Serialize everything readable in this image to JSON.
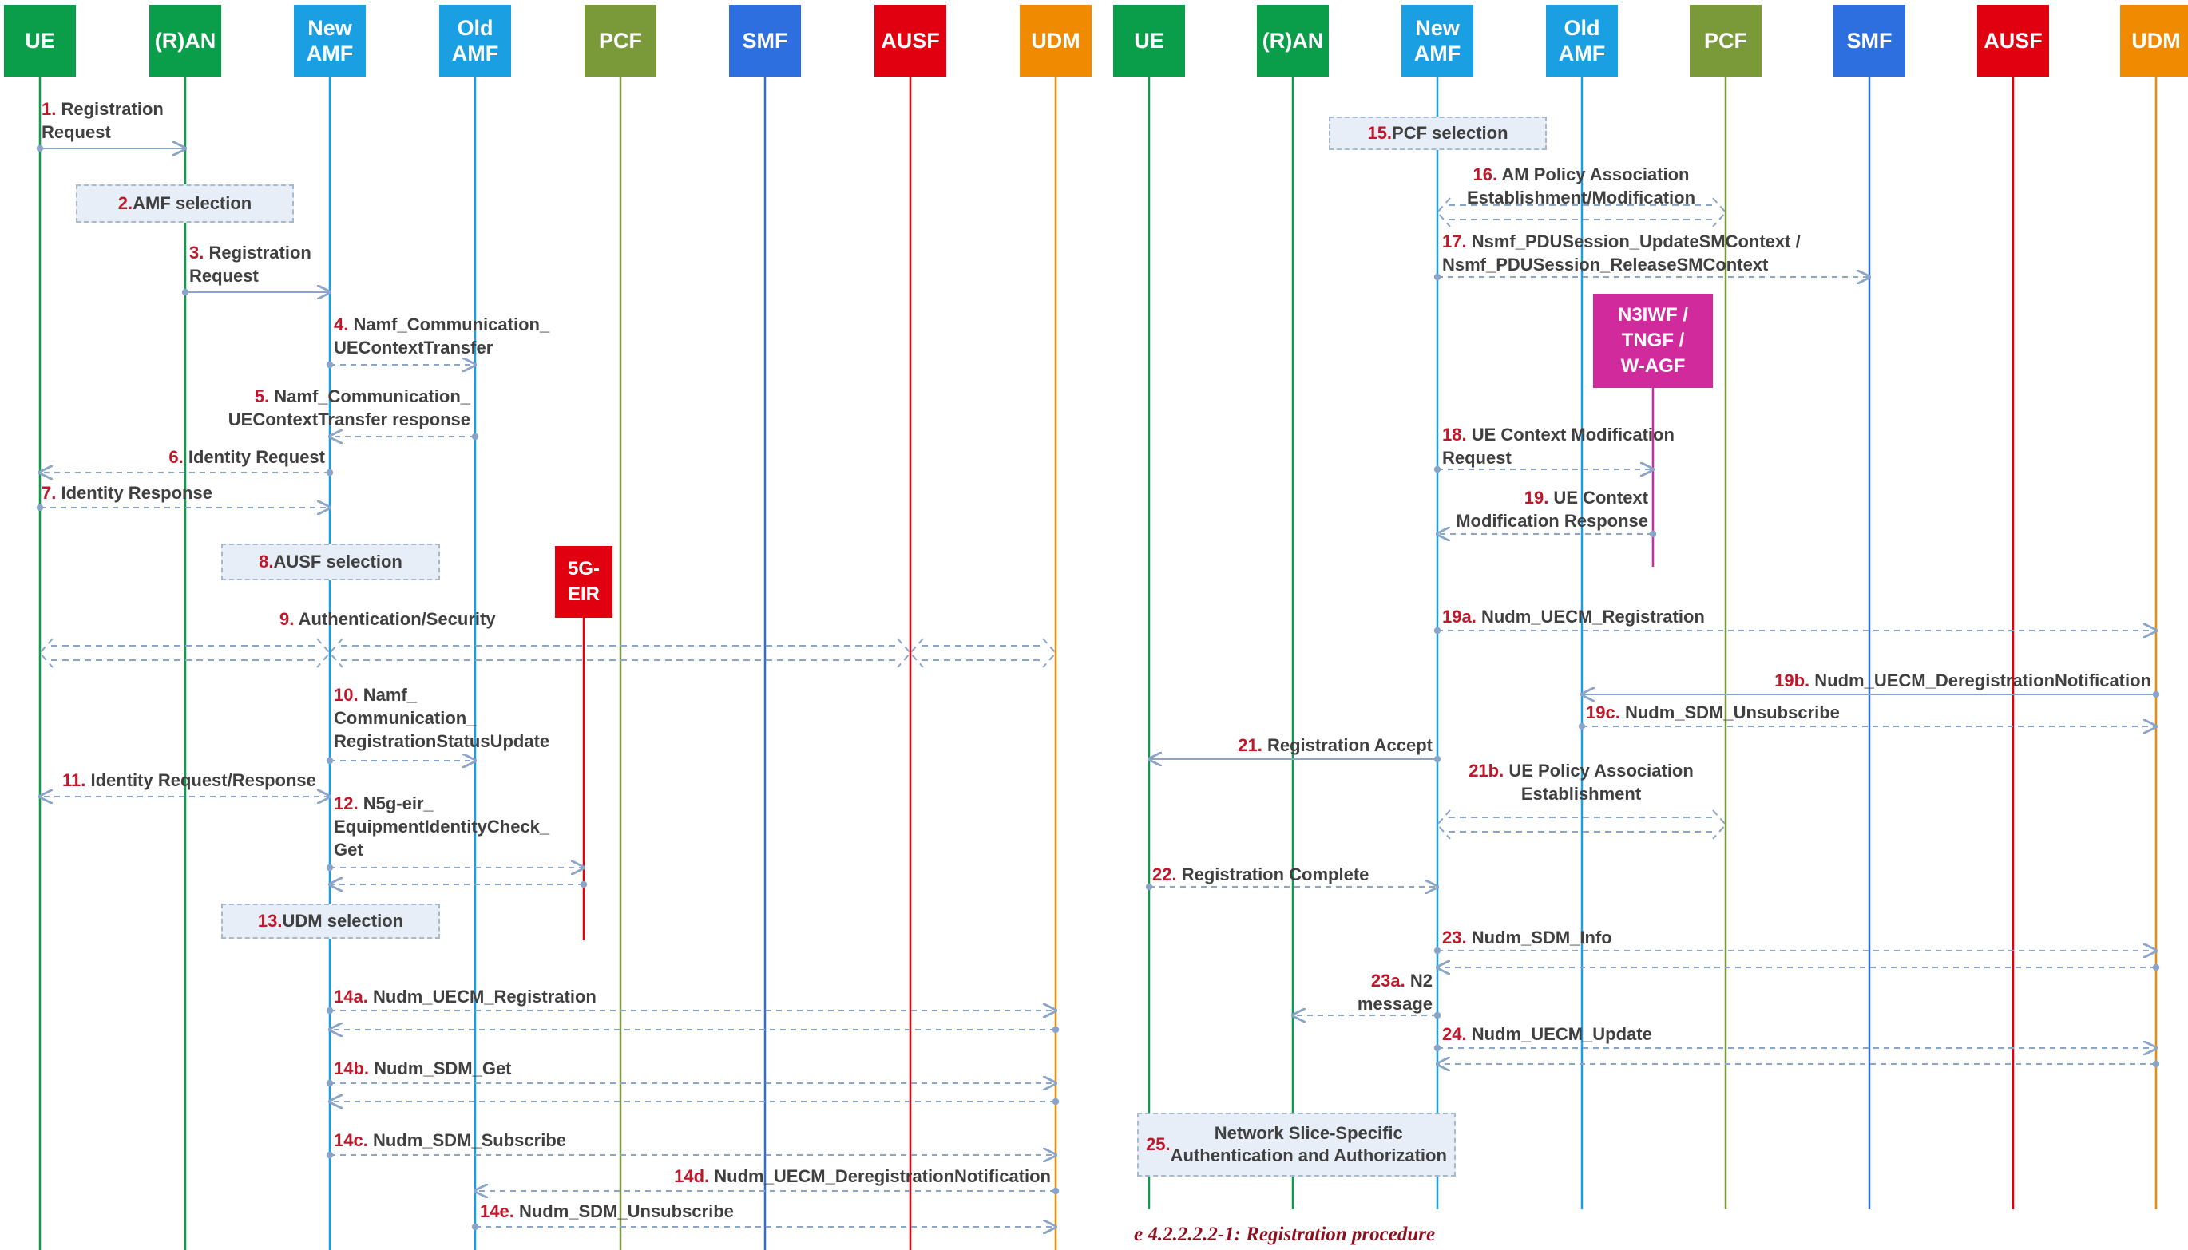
{
  "colors": {
    "ue": "#0a9e4a",
    "ran": "#0a9e4a",
    "amf": "#1aa0e2",
    "pcf": "#7a9a3a",
    "smf": "#2e6fe0",
    "ausf": "#e00010",
    "udm": "#f08a00",
    "eir": "#e00010",
    "n3iwf": "#d12a9c",
    "arrow": "#8aa5c8",
    "step_number": "#c0182a"
  },
  "left_panel": {
    "entities": [
      {
        "key": "ue",
        "label": "UE"
      },
      {
        "key": "ran",
        "label": "(R)AN"
      },
      {
        "key": "new_amf",
        "label": "New\nAMF"
      },
      {
        "key": "old_amf",
        "label": "Old\nAMF"
      },
      {
        "key": "pcf",
        "label": "PCF"
      },
      {
        "key": "smf",
        "label": "SMF"
      },
      {
        "key": "ausf",
        "label": "AUSF"
      },
      {
        "key": "udm",
        "label": "UDM"
      }
    ],
    "eir": {
      "label": "5G-\nEIR"
    },
    "steps": [
      {
        "id": "s1",
        "num": "1.",
        "text": "Registration\nRequest"
      },
      {
        "id": "s2",
        "num": "2.",
        "text": "AMF selection"
      },
      {
        "id": "s3",
        "num": "3.",
        "text": "Registration\nRequest"
      },
      {
        "id": "s4",
        "num": "4.",
        "text": "Namf_Communication_\nUEContextTransfer"
      },
      {
        "id": "s5",
        "num": "5.",
        "text": "Namf_Communication_\nUEContextTransfer response"
      },
      {
        "id": "s6",
        "num": "6.",
        "text": "Identity Request"
      },
      {
        "id": "s7",
        "num": "7.",
        "text": "Identity Response"
      },
      {
        "id": "s8",
        "num": "8.",
        "text": "AUSF selection"
      },
      {
        "id": "s9",
        "num": "9.",
        "text": "Authentication/Security"
      },
      {
        "id": "s10",
        "num": "10.",
        "text": "Namf_\nCommunication_\nRegistrationStatusUpdate"
      },
      {
        "id": "s11",
        "num": "11.",
        "text": "Identity Request/Response"
      },
      {
        "id": "s12",
        "num": "12.",
        "text": "N5g-eir_\nEquipmentIdentityCheck_\nGet"
      },
      {
        "id": "s13",
        "num": "13.",
        "text": "UDM selection"
      },
      {
        "id": "s14a",
        "num": "14a.",
        "text": "Nudm_UECM_Registration"
      },
      {
        "id": "s14b",
        "num": "14b.",
        "text": "Nudm_SDM_Get"
      },
      {
        "id": "s14c",
        "num": "14c.",
        "text": "Nudm_SDM_Subscribe"
      },
      {
        "id": "s14d",
        "num": "14d.",
        "text": "Nudm_UECM_DeregistrationNotification"
      },
      {
        "id": "s14e",
        "num": "14e.",
        "text": "Nudm_SDM_Unsubscribe"
      }
    ]
  },
  "right_panel": {
    "entities": [
      {
        "key": "ue",
        "label": "UE"
      },
      {
        "key": "ran",
        "label": "(R)AN"
      },
      {
        "key": "new_amf",
        "label": "New\nAMF"
      },
      {
        "key": "old_amf",
        "label": "Old\nAMF"
      },
      {
        "key": "pcf",
        "label": "PCF"
      },
      {
        "key": "smf",
        "label": "SMF"
      },
      {
        "key": "ausf",
        "label": "AUSF"
      },
      {
        "key": "udm",
        "label": "UDM"
      }
    ],
    "n3iwf": {
      "label": "N3IWF /\nTNGF /\nW-AGF"
    },
    "steps": [
      {
        "id": "s15",
        "num": "15.",
        "text": "PCF selection"
      },
      {
        "id": "s16",
        "num": "16.",
        "text": "AM Policy Association\nEstablishment/Modification"
      },
      {
        "id": "s17",
        "num": "17.",
        "text": "Nsmf_PDUSession_UpdateSMContext /\nNsmf_PDUSession_ReleaseSMContext"
      },
      {
        "id": "s18",
        "num": "18.",
        "text": "UE Context Modification\nRequest"
      },
      {
        "id": "s19",
        "num": "19.",
        "text": "UE Context\nModification Response"
      },
      {
        "id": "s19a",
        "num": "19a.",
        "text": "Nudm_UECM_Registration"
      },
      {
        "id": "s19b",
        "num": "19b.",
        "text": "Nudm_UECM_DeregistrationNotification"
      },
      {
        "id": "s19c",
        "num": "19c.",
        "text": "Nudm_SDM_Unsubscribe"
      },
      {
        "id": "s21",
        "num": "21.",
        "text": "Registration Accept"
      },
      {
        "id": "s21b",
        "num": "21b.",
        "text": "UE Policy Association\nEstablishment"
      },
      {
        "id": "s22",
        "num": "22.",
        "text": "Registration Complete"
      },
      {
        "id": "s23",
        "num": "23.",
        "text": "Nudm_SDM_Info"
      },
      {
        "id": "s23a",
        "num": "23a.",
        "text": "N2\nmessage"
      },
      {
        "id": "s24",
        "num": "24.",
        "text": "Nudm_UECM_Update"
      },
      {
        "id": "s25",
        "num": "25.",
        "text": "Network Slice-Specific\nAuthentication and Authorization"
      }
    ]
  },
  "caption": "e 4.2.2.2.2-1: Registration procedure"
}
